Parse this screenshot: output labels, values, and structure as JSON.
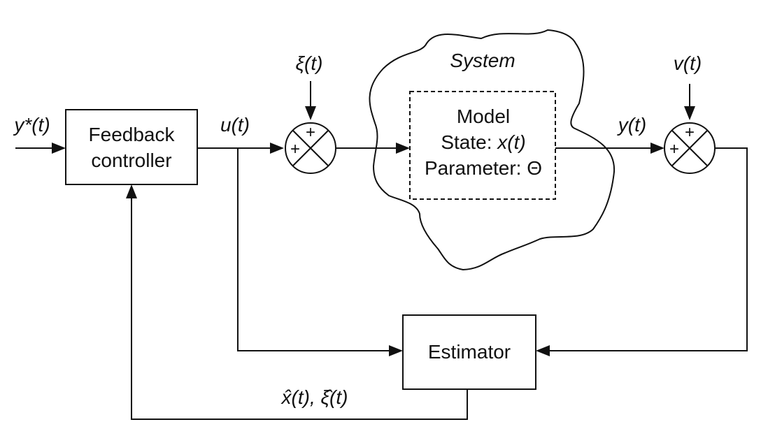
{
  "system": {
    "label": "System",
    "model": {
      "line1": "Model",
      "line2_prefix": "State: ",
      "line2_var": "x(t)",
      "line3": "Parameter: Θ"
    }
  },
  "blocks": {
    "feedback_controller": {
      "line1": "Feedback",
      "line2": "controller"
    },
    "estimator": {
      "label": "Estimator"
    }
  },
  "signals": {
    "reference": "y*(t)",
    "control": "u(t)",
    "process_noise": "ξ(t)",
    "output": "y(t)",
    "measurement_noise": "v(t)",
    "estimates": "x̂(t), ξ̂(t)"
  },
  "summing_junctions": {
    "input_junction": {
      "top_sign": "+",
      "left_sign": "+"
    },
    "output_junction": {
      "top_sign": "+",
      "left_sign": "+"
    }
  }
}
